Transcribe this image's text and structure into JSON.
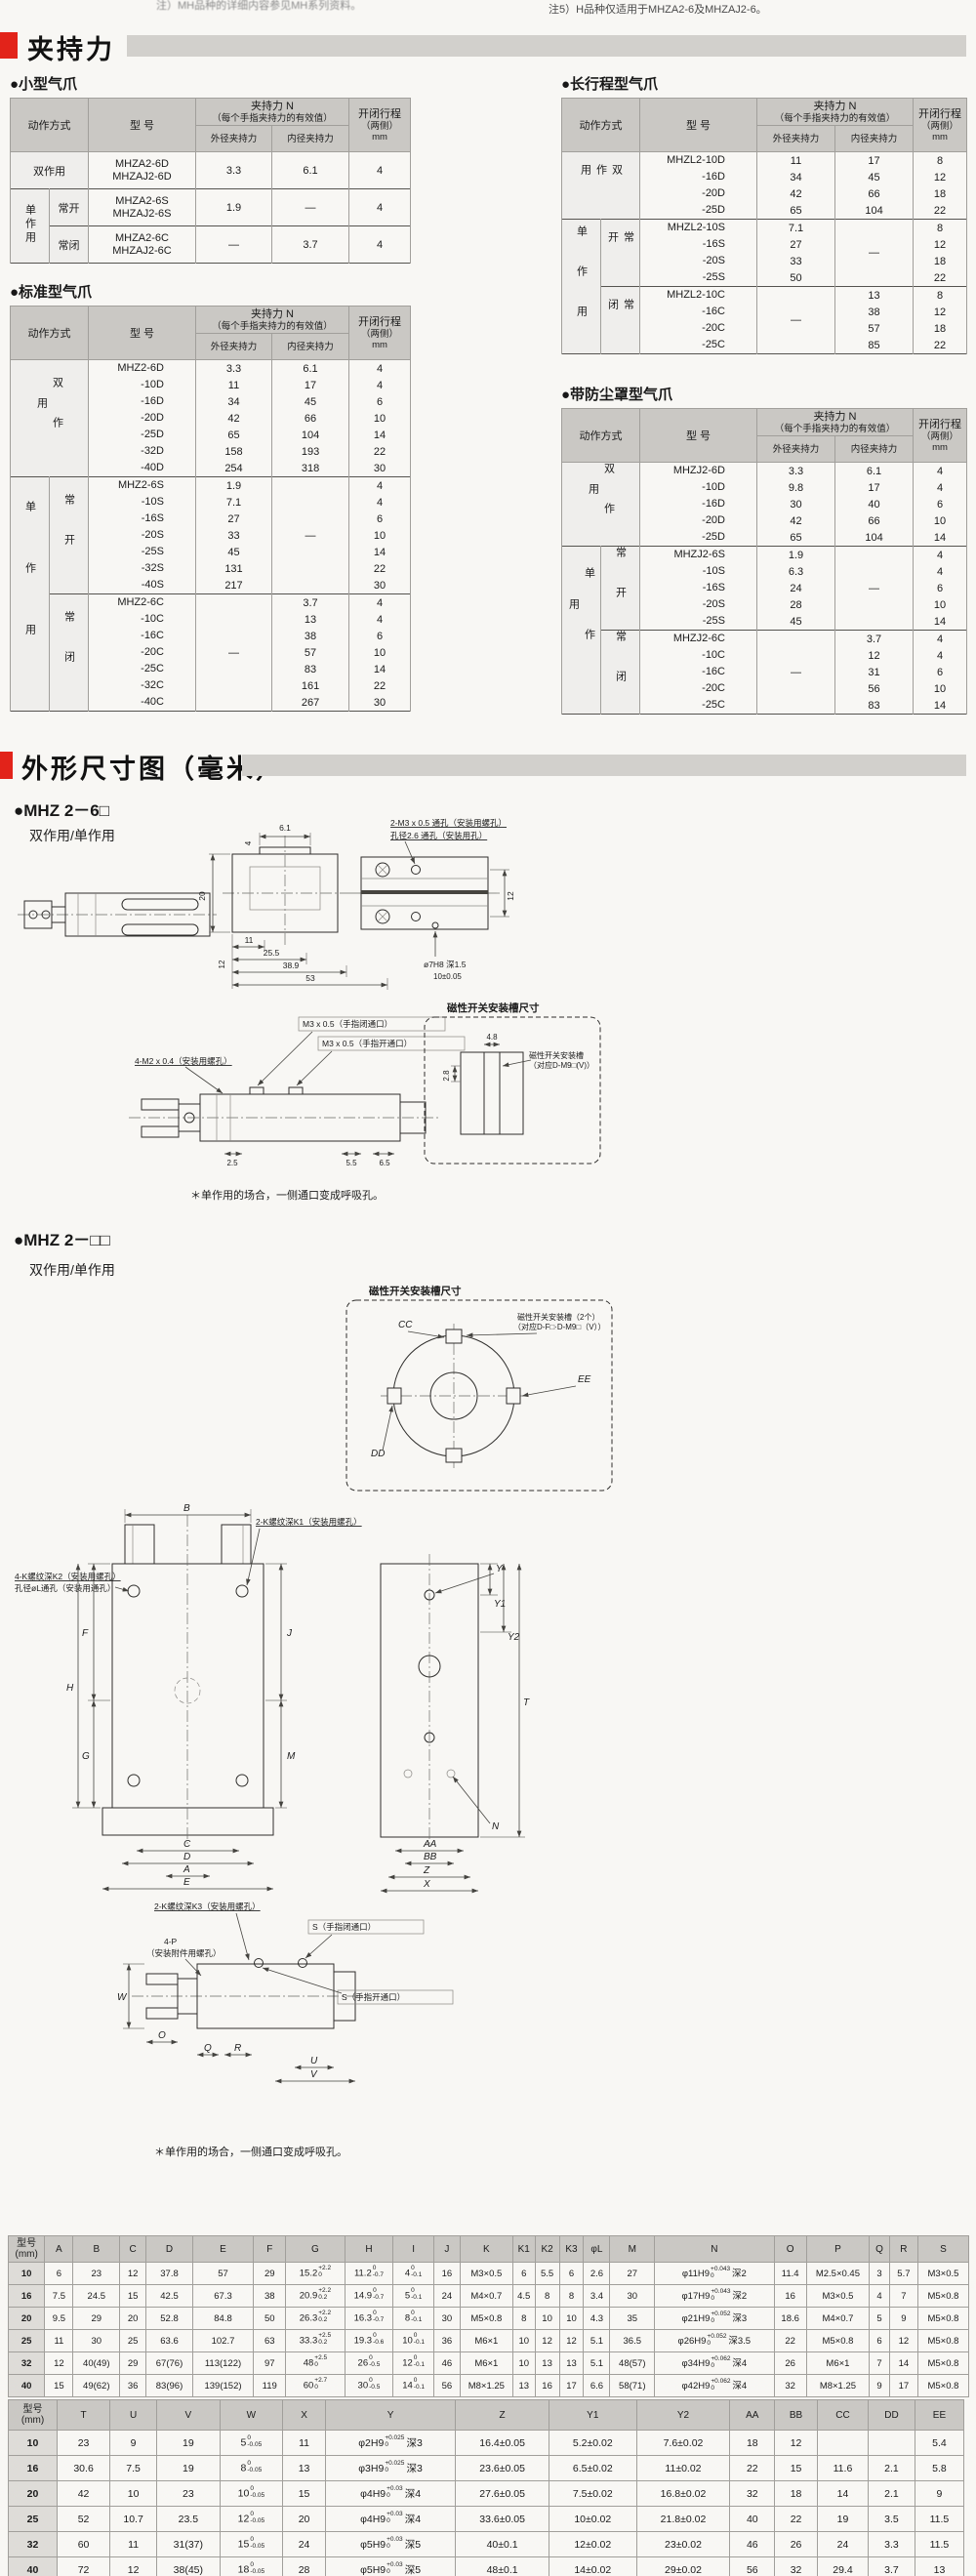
{
  "notes": {
    "left": "注）MH品种的详细内容参见MH系列资料。",
    "right": "注5）H品种仅适用于MHZA2-6及MHZAJ2-6。"
  },
  "sections": {
    "clamp": "夹持力",
    "dims": "外形尺寸图（毫米）"
  },
  "force_header": {
    "action": "动作方式",
    "model": "型  号",
    "group_l1": "夹持力 N",
    "group_l2": "（每个手指夹持力的有效值）",
    "outer": "外径夹持力",
    "inner": "内径夹持力",
    "stroke_l1": "开闭行程",
    "stroke_l2": "（两侧）",
    "stroke_l3": "mm"
  },
  "force_tables": [
    {
      "id": "small",
      "title": "●小型气爪",
      "sections": [
        {
          "main": "双作用",
          "sub": null,
          "rows": [
            {
              "m": "MHZA2-6D|MHZAJ2-6D",
              "o": "3.3",
              "i": "6.1",
              "s": "4"
            }
          ]
        },
        {
          "main": "单作用",
          "sub": "常开",
          "rows": [
            {
              "m": "MHZA2-6S|MHZAJ2-6S",
              "o": "1.9",
              "i": "—",
              "s": "4"
            }
          ]
        },
        {
          "main": "单作用",
          "sub": "常闭",
          "rows": [
            {
              "m": "MHZA2-6C|MHZAJ2-6C",
              "o": "—",
              "i": "3.7",
              "s": "4"
            }
          ]
        }
      ]
    },
    {
      "id": "standard",
      "title": "●标准型气爪",
      "sections": [
        {
          "main": "双作用",
          "sub": null,
          "rows": [
            {
              "m": "MHZ2-6D",
              "o": "3.3",
              "i": "6.1",
              "s": "4"
            },
            {
              "m": "-10D",
              "o": "11",
              "i": "17",
              "s": "4"
            },
            {
              "m": "-16D",
              "o": "34",
              "i": "45",
              "s": "6"
            },
            {
              "m": "-20D",
              "o": "42",
              "i": "66",
              "s": "10"
            },
            {
              "m": "-25D",
              "o": "65",
              "i": "104",
              "s": "14"
            },
            {
              "m": "-32D",
              "o": "158",
              "i": "193",
              "s": "22"
            },
            {
              "m": "-40D",
              "o": "254",
              "i": "318",
              "s": "30"
            }
          ]
        },
        {
          "main": "单作用",
          "sub": "常开",
          "merge": "i",
          "rows": [
            {
              "m": "MHZ2-6S",
              "o": "1.9",
              "s": "4"
            },
            {
              "m": "-10S",
              "o": "7.1",
              "s": "4"
            },
            {
              "m": "-16S",
              "o": "27",
              "s": "6"
            },
            {
              "m": "-20S",
              "o": "33",
              "s": "10"
            },
            {
              "m": "-25S",
              "o": "45",
              "s": "14"
            },
            {
              "m": "-32S",
              "o": "131",
              "s": "22"
            },
            {
              "m": "-40S",
              "o": "217",
              "s": "30"
            }
          ]
        },
        {
          "main": "单作用",
          "sub": "常闭",
          "merge": "o",
          "rows": [
            {
              "m": "MHZ2-6C",
              "i": "3.7",
              "s": "4"
            },
            {
              "m": "-10C",
              "i": "13",
              "s": "4"
            },
            {
              "m": "-16C",
              "i": "38",
              "s": "6"
            },
            {
              "m": "-20C",
              "i": "57",
              "s": "10"
            },
            {
              "m": "-25C",
              "i": "83",
              "s": "14"
            },
            {
              "m": "-32C",
              "i": "161",
              "s": "22"
            },
            {
              "m": "-40C",
              "i": "267",
              "s": "30"
            }
          ]
        }
      ]
    },
    {
      "id": "long",
      "title": "●长行程型气爪",
      "sections": [
        {
          "main": "双作用",
          "sub": null,
          "rows": [
            {
              "m": "MHZL2-10D",
              "o": "11",
              "i": "17",
              "s": "8"
            },
            {
              "m": "-16D",
              "o": "34",
              "i": "45",
              "s": "12"
            },
            {
              "m": "-20D",
              "o": "42",
              "i": "66",
              "s": "18"
            },
            {
              "m": "-25D",
              "o": "65",
              "i": "104",
              "s": "22"
            }
          ]
        },
        {
          "main": "单作用",
          "sub": "常开",
          "merge": "i",
          "rows": [
            {
              "m": "MHZL2-10S",
              "o": "7.1",
              "s": "8"
            },
            {
              "m": "-16S",
              "o": "27",
              "s": "12"
            },
            {
              "m": "-20S",
              "o": "33",
              "s": "18"
            },
            {
              "m": "-25S",
              "o": "50",
              "s": "22"
            }
          ]
        },
        {
          "main": "单作用",
          "sub": "常闭",
          "merge": "o",
          "rows": [
            {
              "m": "MHZL2-10C",
              "i": "13",
              "s": "8"
            },
            {
              "m": "-16C",
              "i": "38",
              "s": "12"
            },
            {
              "m": "-20C",
              "i": "57",
              "s": "18"
            },
            {
              "m": "-25C",
              "i": "85",
              "s": "22"
            }
          ]
        }
      ]
    },
    {
      "id": "dust",
      "title": "●带防尘罩型气爪",
      "sections": [
        {
          "main": "双作用",
          "sub": null,
          "rows": [
            {
              "m": "MHZJ2-6D",
              "o": "3.3",
              "i": "6.1",
              "s": "4"
            },
            {
              "m": "-10D",
              "o": "9.8",
              "i": "17",
              "s": "4"
            },
            {
              "m": "-16D",
              "o": "30",
              "i": "40",
              "s": "6"
            },
            {
              "m": "-20D",
              "o": "42",
              "i": "66",
              "s": "10"
            },
            {
              "m": "-25D",
              "o": "65",
              "i": "104",
              "s": "14"
            }
          ]
        },
        {
          "main": "单作用",
          "sub": "常开",
          "merge": "i",
          "rows": [
            {
              "m": "MHZJ2-6S",
              "o": "1.9",
              "s": "4"
            },
            {
              "m": "-10S",
              "o": "6.3",
              "s": "4"
            },
            {
              "m": "-16S",
              "o": "24",
              "s": "6"
            },
            {
              "m": "-20S",
              "o": "28",
              "s": "10"
            },
            {
              "m": "-25S",
              "o": "45",
              "s": "14"
            }
          ]
        },
        {
          "main": "单作用",
          "sub": "常闭",
          "merge": "o",
          "rows": [
            {
              "m": "MHZJ2-6C",
              "i": "3.7",
              "s": "4"
            },
            {
              "m": "-10C",
              "i": "12",
              "s": "4"
            },
            {
              "m": "-16C",
              "i": "31",
              "s": "6"
            },
            {
              "m": "-20C",
              "i": "56",
              "s": "10"
            },
            {
              "m": "-25C",
              "i": "83",
              "s": "14"
            }
          ]
        }
      ]
    }
  ],
  "dim_tables": [
    {
      "id": "dim1",
      "headers": [
        "型号\n(mm)",
        "A",
        "B",
        "C",
        "D",
        "E",
        "F",
        "G",
        "H",
        "I",
        "J",
        "K",
        "K1",
        "K2",
        "K3",
        "φL",
        "M",
        "N",
        "O",
        "P",
        "Q",
        "R",
        "S"
      ],
      "rows": [
        [
          "10",
          "6",
          "23",
          "12",
          "37.8",
          "57",
          "29",
          "15.2 +2.2/0",
          "11.2 0/-0.7",
          "4 0/-0.1",
          "16",
          "M3×0.5",
          "6",
          "5.5",
          "6",
          "2.6",
          "27",
          "φ11H9 +0.043/0 深2",
          "11.4",
          "M2.5×0.45",
          "3",
          "5.7",
          "M3×0.5"
        ],
        [
          "16",
          "7.5",
          "24.5",
          "15",
          "42.5",
          "67.3",
          "38",
          "20.9 +2.2/0.2",
          "14.9 0/-0.7",
          "5 0/-0.1",
          "24",
          "M4×0.7",
          "4.5",
          "8",
          "8",
          "3.4",
          "30",
          "φ17H9 +0.043/0 深2",
          "16",
          "M3×0.5",
          "4",
          "7",
          "M5×0.8"
        ],
        [
          "20",
          "9.5",
          "29",
          "20",
          "52.8",
          "84.8",
          "50",
          "26.3 +2.2/0.2",
          "16.3 0/-0.7",
          "8 0/-0.1",
          "30",
          "M5×0.8",
          "8",
          "10",
          "10",
          "4.3",
          "35",
          "φ21H9 +0.052/0 深3",
          "18.6",
          "M4×0.7",
          "5",
          "9",
          "M5×0.8"
        ],
        [
          "25",
          "11",
          "30",
          "25",
          "63.6",
          "102.7",
          "63",
          "33.3 +2.5/0.2",
          "19.3 0/-0.6",
          "10 0/-0.1",
          "36",
          "M6×1",
          "10",
          "12",
          "12",
          "5.1",
          "36.5",
          "φ26H9 +0.052/0 深3.5",
          "22",
          "M5×0.8",
          "6",
          "12",
          "M5×0.8"
        ],
        [
          "32",
          "12",
          "40(49)",
          "29",
          "67(76)",
          "113(122)",
          "97",
          "48 +2.5/0",
          "26 0/-0.5",
          "12 0/-0.1",
          "46",
          "M6×1",
          "10",
          "13",
          "13",
          "5.1",
          "48(57)",
          "φ34H9 +0.062/0 深4",
          "26",
          "M6×1",
          "7",
          "14",
          "M5×0.8"
        ],
        [
          "40",
          "15",
          "49(62)",
          "36",
          "83(96)",
          "139(152)",
          "119",
          "60 +2.7/0",
          "30 0/-0.5",
          "14 0/-0.1",
          "56",
          "M8×1.25",
          "13",
          "16",
          "17",
          "6.6",
          "58(71)",
          "φ42H9 +0.062/0 深4",
          "32",
          "M8×1.25",
          "9",
          "17",
          "M5×0.8"
        ]
      ]
    },
    {
      "id": "dim2",
      "headers": [
        "型号\n(mm)",
        "T",
        "U",
        "V",
        "W",
        "X",
        "Y",
        "Z",
        "Y1",
        "Y2",
        "AA",
        "BB",
        "CC",
        "DD",
        "EE"
      ],
      "rows": [
        [
          "10",
          "23",
          "9",
          "19",
          "5 0/-0.05",
          "11",
          "φ2H9 +0.025/0 深3",
          "16.4±0.05",
          "5.2±0.02",
          "7.6±0.02",
          "18",
          "12",
          "",
          "",
          "5.4"
        ],
        [
          "16",
          "30.6",
          "7.5",
          "19",
          "8 0/-0.05",
          "13",
          "φ3H9 +0.025/0 深3",
          "23.6±0.05",
          "6.5±0.02",
          "11±0.02",
          "22",
          "15",
          "11.6",
          "2.1",
          "5.8"
        ],
        [
          "20",
          "42",
          "10",
          "23",
          "10 0/-0.05",
          "15",
          "φ4H9 +0.03/0 深4",
          "27.6±0.05",
          "7.5±0.02",
          "16.8±0.02",
          "32",
          "18",
          "14",
          "2.1",
          "9"
        ],
        [
          "25",
          "52",
          "10.7",
          "23.5",
          "12 0/-0.05",
          "20",
          "φ4H9 +0.03/0 深4",
          "33.6±0.05",
          "10±0.02",
          "21.8±0.02",
          "40",
          "22",
          "19",
          "3.5",
          "11.5"
        ],
        [
          "32",
          "60",
          "11",
          "31(37)",
          "15 0/-0.05",
          "24",
          "φ5H9 +0.03/0 深5",
          "40±0.1",
          "12±0.02",
          "23±0.02",
          "46",
          "26",
          "24",
          "3.3",
          "11.5"
        ],
        [
          "40",
          "72",
          "12",
          "38(45)",
          "18 0/-0.05",
          "28",
          "φ5H9 +0.03/0 深5",
          "48±0.1",
          "14±0.02",
          "29±0.02",
          "56",
          "32",
          "29.4",
          "3.7",
          "13"
        ]
      ]
    }
  ],
  "drawings": {
    "d1": {
      "model": "●MHZ 2－6□",
      "mode": "双作用/单作用",
      "hole_note1": "2-M3 x 0.5 通孔（安装用螺孔）",
      "hole_note2": "孔径2.6 通孔（安装用孔）",
      "port_close": "M3 x 0.5（手指闭通口）",
      "port_open": "M3 x 0.5（手指开通口）",
      "mount2": "4-M2 x 0.4（安装用螺孔）",
      "mag_title": "磁性开关安装槽尺寸",
      "mag_label1": "磁性开关安装槽",
      "mag_label2": "（对应D-M9□(V)）",
      "dims": {
        "d20": "20",
        "d12": "12",
        "d61": "6.1",
        "d4": "4",
        "dv12": "12",
        "d11": "11",
        "d255": "25.5",
        "d389": "38.9",
        "d53": "53",
        "dhole": "ø7H8 深1.5",
        "d10": "10±0.05",
        "d25": "2.5",
        "d55": "5.5",
        "d65": "6.5",
        "d48": "4.8",
        "d28": "2.8"
      },
      "note": "＊单作用的场合，一侧通口变成呼吸孔。"
    },
    "d2": {
      "model": "●MHZ 2－□□",
      "mode": "双作用/单作用",
      "mag_title": "磁性开关安装槽尺寸",
      "mag_label1": "磁性开关安装槽（2个）",
      "mag_label2": "（对应D-F□·D-M9□（V））",
      "k1": "2-K螺纹深K1（安装用螺孔）",
      "k2a": "4-K螺纹深K2（安装用螺孔）",
      "k2b": "孔径øL通孔（安装用通孔）",
      "k3": "2-K螺纹深K3（安装用螺孔）",
      "p4a": "4-P",
      "p4b": "（安装附件用螺孔）",
      "s_close": "S（手指闭通口）",
      "s_open": "S（手指开通口）",
      "letters": {
        "B": "B",
        "F": "F",
        "G": "G",
        "H": "H",
        "C": "C",
        "D": "D",
        "A": "A",
        "E": "E",
        "J": "J",
        "M": "M",
        "Y": "Y",
        "Y1": "Y1",
        "Y2": "Y2",
        "T": "T",
        "AA": "AA",
        "BB": "BB",
        "N": "N",
        "Z": "Z",
        "X": "X",
        "W": "W",
        "O": "O",
        "Q": "Q",
        "R": "R",
        "U": "U",
        "V": "V",
        "CC": "CC",
        "DD": "DD",
        "EE": "EE"
      },
      "note": "＊单作用的场合，一侧通口变成呼吸孔。"
    }
  }
}
